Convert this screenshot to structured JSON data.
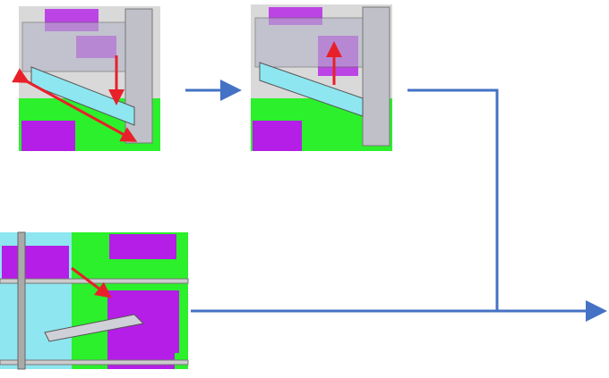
{
  "colors": {
    "flow_arrow": "#4472c4",
    "motion_arrow": "#e8202a",
    "panel_magenta": "#b41ee6",
    "panel_green": "#2bf02b",
    "panel_cyan": "#8ee6f0",
    "panel_gray": "#c8c8c8"
  },
  "panels": [
    {
      "name": "step-1-cad-view",
      "motion_arrows": [
        "left-right",
        "down"
      ]
    },
    {
      "name": "step-2-cad-view",
      "motion_arrows": [
        "up"
      ]
    },
    {
      "name": "step-3-cad-top-view",
      "motion_arrows": [
        "diagonal-down-right"
      ]
    }
  ]
}
